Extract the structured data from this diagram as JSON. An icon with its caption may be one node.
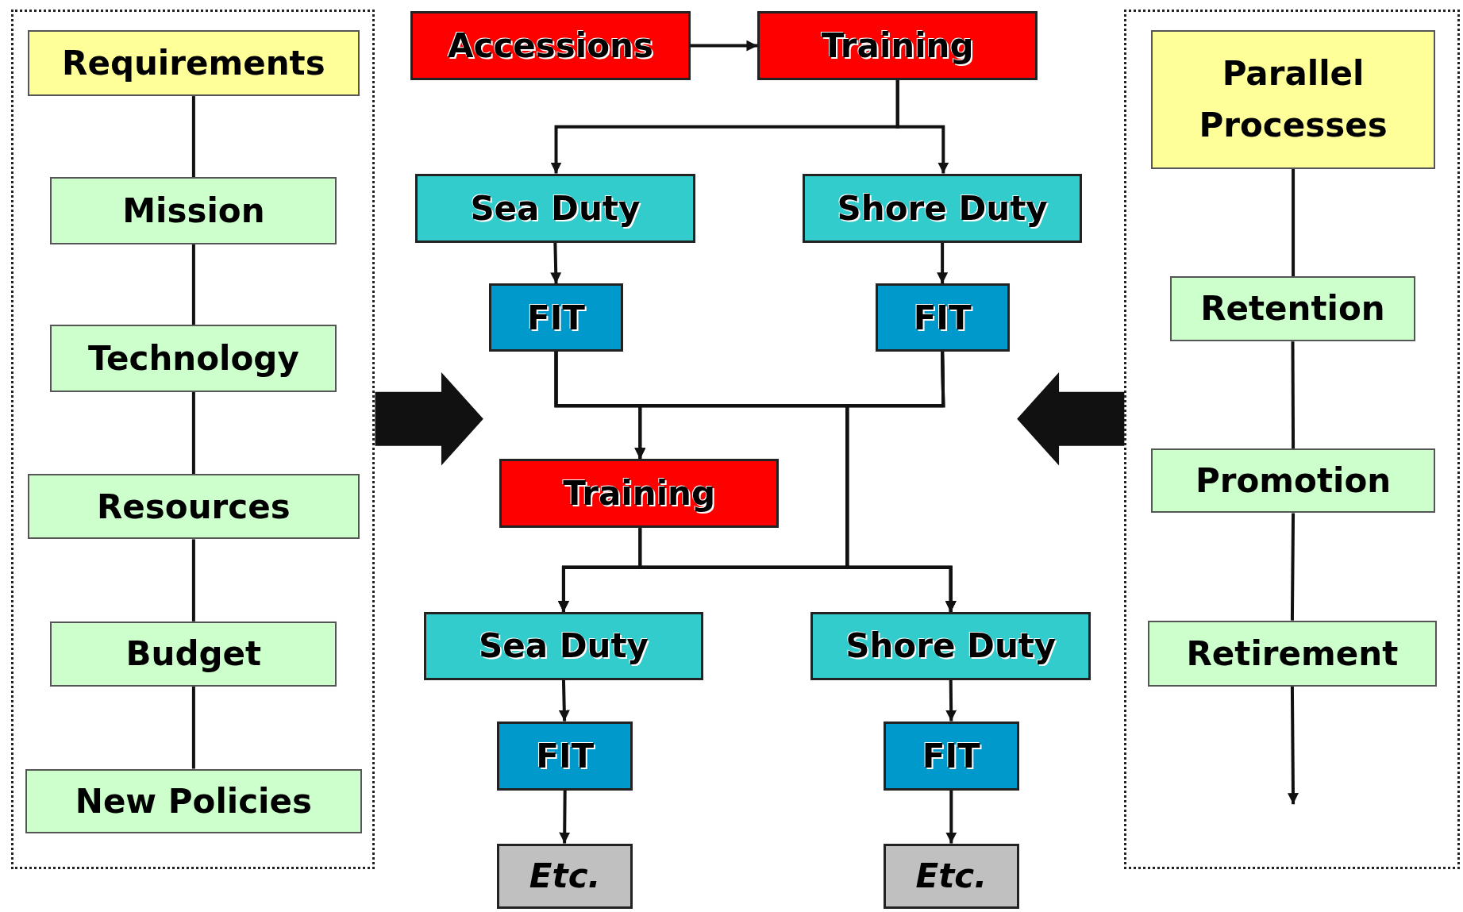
{
  "diagram": {
    "nodes": [
      {
        "text": [],
        "shape": "box"
      },
      {
        "text": [
          "Requirements"
        ],
        "in": 0
      },
      {
        "text": [
          "Mission"
        ],
        "in": 0
      },
      {
        "text": [
          "Technology"
        ],
        "in": 0
      },
      {
        "text": [
          "Resources"
        ],
        "in": 0
      },
      {
        "text": [
          "Budget"
        ],
        "in": 0
      },
      {
        "text": [
          "New Policies"
        ],
        "in": 0
      },
      {
        "text": [
          "Accessions"
        ]
      },
      {
        "text": [
          "Training"
        ]
      },
      {
        "text": [
          "Sea Duty"
        ]
      },
      {
        "text": [
          "Shore Duty"
        ]
      },
      {
        "text": [
          "FIT"
        ]
      },
      {
        "text": [
          "FIT"
        ]
      },
      {
        "text": [
          "Training"
        ]
      },
      {
        "text": [
          "Sea Duty"
        ]
      },
      {
        "text": [
          "Shore Duty"
        ]
      },
      {
        "text": [
          "FIT"
        ]
      },
      {
        "text": [
          "FIT"
        ]
      },
      {
        "text": [
          "Etc."
        ]
      },
      {
        "text": [
          "Etc."
        ]
      },
      {
        "text": [],
        "shape": "box"
      },
      {
        "text": [
          "Parallel Processes"
        ],
        "in": 20
      },
      {
        "text": [
          "Retention"
        ],
        "in": 20
      },
      {
        "text": [
          "Promotion"
        ],
        "in": 20
      },
      {
        "text": [
          "Retirement"
        ],
        "in": 20
      }
    ],
    "edges": [
      {
        "from": 1,
        "to": 2,
        "arrow": "none"
      },
      {
        "from": 2,
        "to": 3,
        "arrow": "none"
      },
      {
        "from": 3,
        "to": 4,
        "arrow": "none"
      },
      {
        "from": 4,
        "to": 5,
        "arrow": "none"
      },
      {
        "from": 5,
        "to": 6,
        "arrow": "none"
      },
      {
        "from": 7,
        "to": 8,
        "arrow": "to"
      },
      {
        "from": 8,
        "to": 9,
        "arrow": "to"
      },
      {
        "from": 8,
        "to": 10,
        "arrow": "to"
      },
      {
        "from": 9,
        "to": 11,
        "arrow": "to"
      },
      {
        "from": 10,
        "to": 12,
        "arrow": "to"
      },
      {
        "from": 11,
        "to": 13,
        "arrow": "to"
      },
      {
        "from": 12,
        "to": 13,
        "arrow": "to"
      },
      {
        "from": 11,
        "to": 14,
        "arrow": "to"
      },
      {
        "from": 11,
        "to": 15,
        "arrow": "to"
      },
      {
        "from": 12,
        "to": 14,
        "arrow": "to"
      },
      {
        "from": 12,
        "to": 15,
        "arrow": "to"
      },
      {
        "from": 13,
        "to": 14,
        "arrow": "to"
      },
      {
        "from": 13,
        "to": 15,
        "arrow": "to"
      },
      {
        "from": 14,
        "to": 16,
        "arrow": "to"
      },
      {
        "from": 15,
        "to": 17,
        "arrow": "to"
      },
      {
        "from": 16,
        "to": 18,
        "arrow": "to"
      },
      {
        "from": 17,
        "to": 19,
        "arrow": "to"
      },
      {
        "from": 21,
        "to": 22,
        "arrow": "none"
      },
      {
        "from": 22,
        "to": 23,
        "arrow": "none"
      },
      {
        "from": 23,
        "to": 24,
        "arrow": "none"
      },
      {
        "from": 24,
        "to": null,
        "arrow": "to"
      },
      {
        "from": 0,
        "to": null,
        "arrow": "to",
        "style": "thick"
      },
      {
        "from": 20,
        "to": null,
        "arrow": "to",
        "style": "thick"
      }
    ]
  }
}
